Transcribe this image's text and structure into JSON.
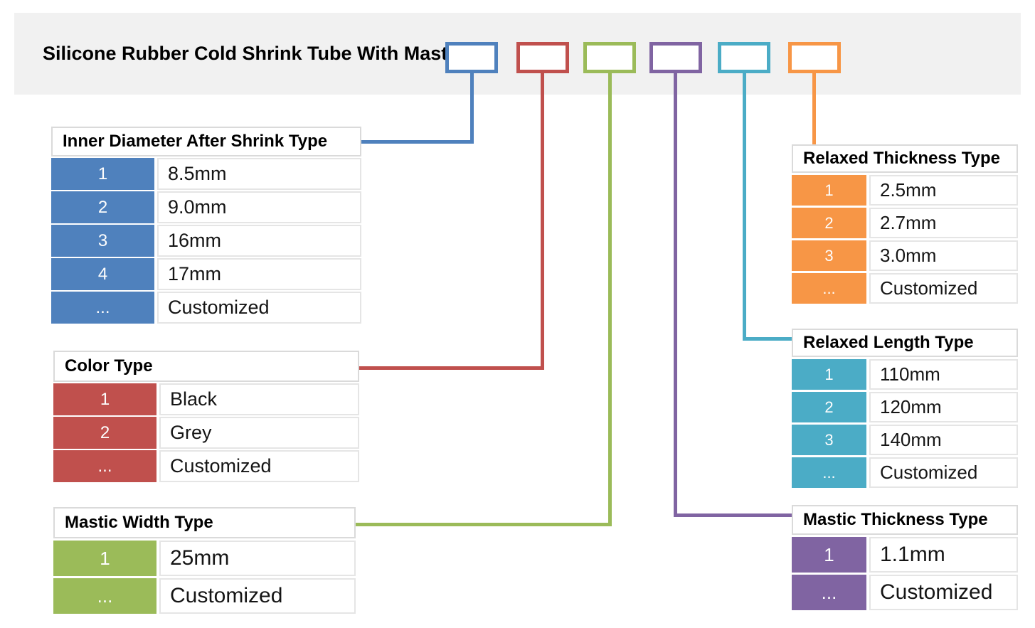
{
  "page": {
    "title": "Silicone Rubber Cold Shrink Tube With Mastic-"
  },
  "palette": {
    "blue": "#4F81BD",
    "red": "#C0504D",
    "green": "#9BBB59",
    "purple": "#8064A2",
    "teal": "#4BACC6",
    "orange": "#F79646",
    "banner_bg": "#F1F1F1"
  },
  "code_boxes": [
    {
      "segment": "inner-diameter",
      "color": "#4F81BD"
    },
    {
      "segment": "color-type",
      "color": "#C0504D"
    },
    {
      "segment": "mastic-width",
      "color": "#9BBB59"
    },
    {
      "segment": "mastic-thickness",
      "color": "#8064A2"
    },
    {
      "segment": "relaxed-length",
      "color": "#4BACC6"
    },
    {
      "segment": "relaxed-thickness",
      "color": "#F79646"
    }
  ],
  "tables": {
    "inner_diameter": {
      "title": "Inner Diameter After Shrink Type",
      "rows": [
        {
          "code": "1",
          "value": "8.5mm"
        },
        {
          "code": "2",
          "value": "9.0mm"
        },
        {
          "code": "3",
          "value": "16mm"
        },
        {
          "code": "4",
          "value": "17mm"
        },
        {
          "code": "...",
          "value": "Customized"
        }
      ]
    },
    "color_type": {
      "title": "Color Type",
      "rows": [
        {
          "code": "1",
          "value": "Black"
        },
        {
          "code": "2",
          "value": "Grey"
        },
        {
          "code": "...",
          "value": "Customized"
        }
      ]
    },
    "mastic_width": {
      "title": "Mastic Width Type",
      "rows": [
        {
          "code": "1",
          "value": "25mm"
        },
        {
          "code": "...",
          "value": "Customized"
        }
      ]
    },
    "relaxed_thickness": {
      "title": "Relaxed Thickness Type",
      "rows": [
        {
          "code": "1",
          "value": "2.5mm"
        },
        {
          "code": "2",
          "value": "2.7mm"
        },
        {
          "code": "3",
          "value": "3.0mm"
        },
        {
          "code": "...",
          "value": "Customized"
        }
      ]
    },
    "relaxed_length": {
      "title": "Relaxed Length Type",
      "rows": [
        {
          "code": "1",
          "value": "110mm"
        },
        {
          "code": "2",
          "value": "120mm"
        },
        {
          "code": "3",
          "value": "140mm"
        },
        {
          "code": "...",
          "value": "Customized"
        }
      ]
    },
    "mastic_thickness": {
      "title": "Mastic Thickness Type",
      "rows": [
        {
          "code": "1",
          "value": "1.1mm"
        },
        {
          "code": "...",
          "value": "Customized"
        }
      ]
    }
  }
}
